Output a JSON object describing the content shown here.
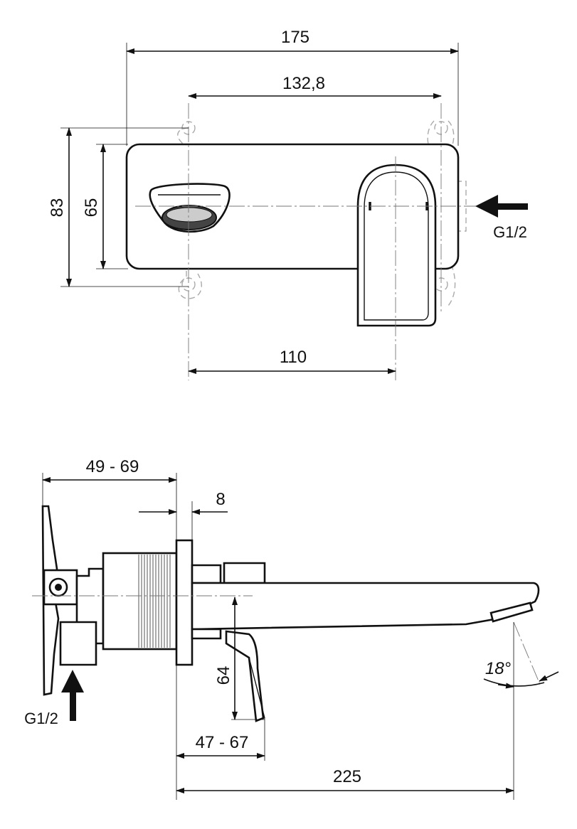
{
  "front_view": {
    "dim_total_width": "175",
    "dim_hole_spacing": "132,8",
    "dim_total_height": "83",
    "dim_plate_height": "65",
    "dim_spout_lever": "110",
    "inlet_label": "G1/2"
  },
  "side_view": {
    "dim_wall_range": "49 - 69",
    "dim_plate_thickness": "8",
    "dim_lever_height": "64",
    "dim_lever_range": "47 - 67",
    "dim_spout_reach": "225",
    "angle_label": "18°",
    "inlet_label": "G1/2"
  }
}
